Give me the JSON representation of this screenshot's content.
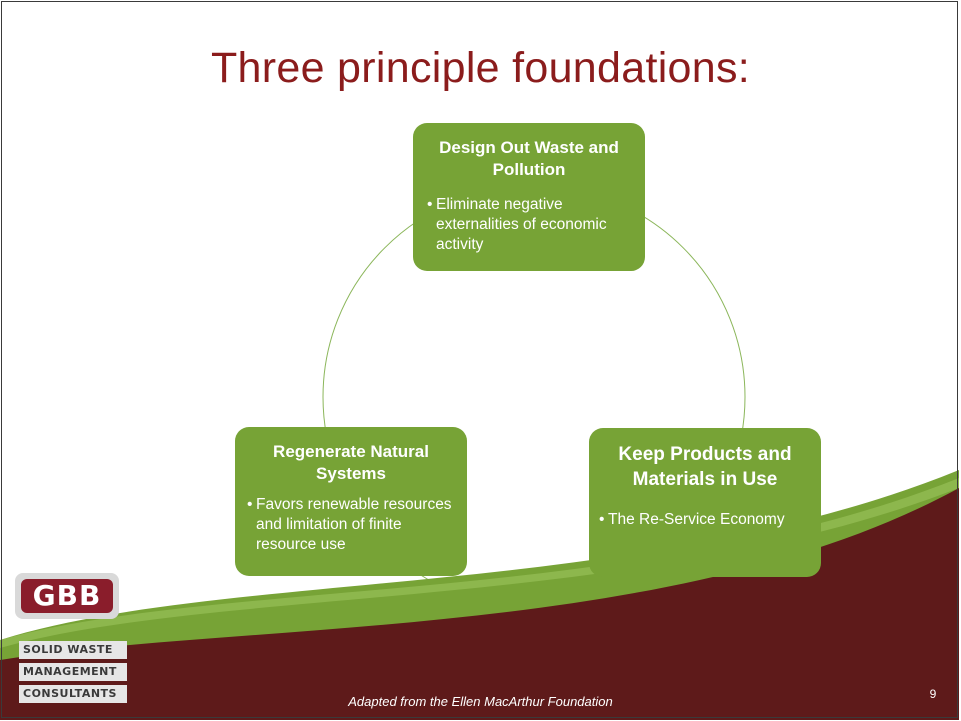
{
  "slide": {
    "title": "Three principle foundations:",
    "footer_note": "Adapted from the Ellen MacArthur Foundation",
    "page_number": "9"
  },
  "principles": [
    {
      "heading": "Design Out Waste and Pollution",
      "points": [
        "Eliminate negative externalities of economic activity"
      ]
    },
    {
      "heading": "Regenerate Natural Systems",
      "points": [
        "Favors renewable resources and limitation of finite resource use"
      ]
    },
    {
      "heading": "Keep Products and Materials in Use",
      "points": [
        "The Re-Service Economy"
      ]
    }
  ],
  "logo": {
    "mark": "GBB",
    "line1": "SOLID WASTE",
    "line2": "MANAGEMENT",
    "line3": "CONSULTANTS"
  },
  "colors": {
    "title": "#8b1c1c",
    "box_fill": "#77a336",
    "band_dark": "#5e1a1a",
    "band_green": "#77a336",
    "cycle_line": "#8bb65a"
  }
}
